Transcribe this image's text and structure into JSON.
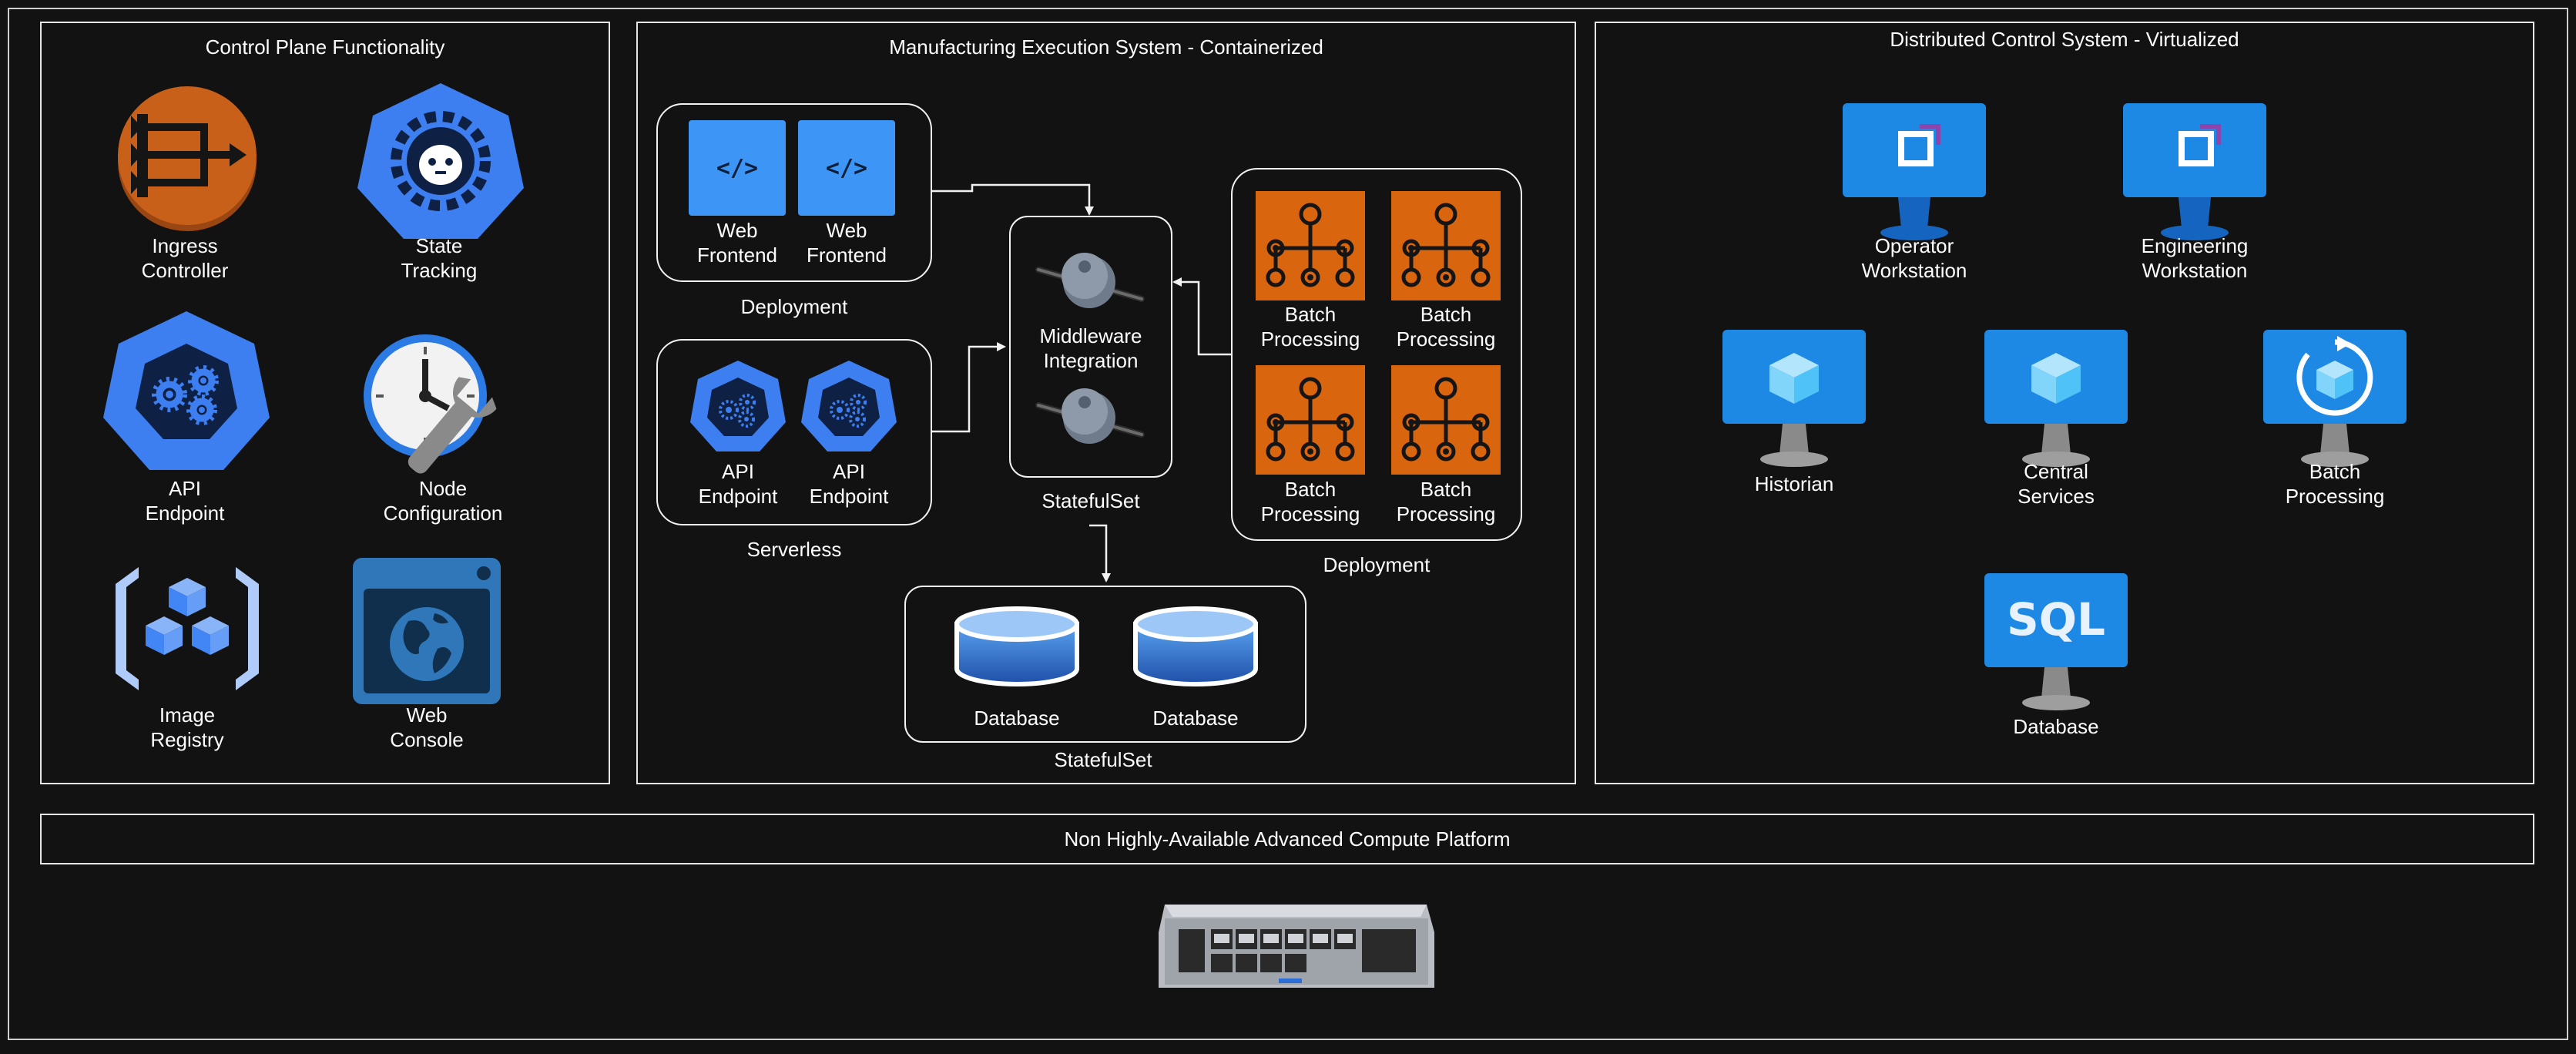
{
  "control_plane": {
    "title": "Control Plane Functionality",
    "items": [
      {
        "line1": "Ingress",
        "line2": "Controller",
        "icon": "ingress-controller-icon"
      },
      {
        "line1": "State",
        "line2": "Tracking",
        "icon": "state-tracking-icon"
      },
      {
        "line1": "API",
        "line2": "Endpoint",
        "icon": "api-endpoint-icon"
      },
      {
        "line1": "Node",
        "line2": "Configuration",
        "icon": "node-configuration-icon"
      },
      {
        "line1": "Image",
        "line2": "Registry",
        "icon": "image-registry-icon"
      },
      {
        "line1": "Web",
        "line2": "Console",
        "icon": "web-console-icon"
      }
    ]
  },
  "mes": {
    "title": "Manufacturing Execution System - Containerized",
    "web_deployment": {
      "label": "Deployment",
      "items": [
        {
          "code": "</>",
          "line1": "Web",
          "line2": "Frontend"
        },
        {
          "code": "</>",
          "line1": "Web",
          "line2": "Frontend"
        }
      ]
    },
    "serverless": {
      "label": "Serverless",
      "items": [
        {
          "line1": "API",
          "line2": "Endpoint"
        },
        {
          "line1": "API",
          "line2": "Endpoint"
        }
      ]
    },
    "middleware": {
      "line1": "Middleware",
      "line2": "Integration",
      "label": "StatefulSet"
    },
    "batch_deployment": {
      "label": "Deployment",
      "items": [
        {
          "line1": "Batch",
          "line2": "Processing"
        },
        {
          "line1": "Batch",
          "line2": "Processing"
        },
        {
          "line1": "Batch",
          "line2": "Processing"
        },
        {
          "line1": "Batch",
          "line2": "Processing"
        }
      ]
    },
    "database_statefulset": {
      "label": "StatefulSet",
      "items": [
        {
          "label": "Database"
        },
        {
          "label": "Database"
        }
      ]
    }
  },
  "dcs": {
    "title": "Distributed Control System - Virtualized",
    "operator": {
      "line1": "Operator",
      "line2": "Workstation"
    },
    "engineering": {
      "line1": "Engineering",
      "line2": "Workstation"
    },
    "historian": {
      "label": "Historian"
    },
    "central": {
      "line1": "Central",
      "line2": "Services"
    },
    "batch": {
      "line1": "Batch",
      "line2": "Processing"
    },
    "database": {
      "label": "Database",
      "screen_text": "SQL"
    }
  },
  "platform": {
    "label": "Non Highly-Available Advanced Compute Platform"
  },
  "colors": {
    "background": "#121212",
    "line": "#f2f2f2",
    "k8s_blue": "#3d7ff0",
    "azure_blue": "#1e88e5",
    "orange": "#d9650f",
    "ingress_orange": "#c8601a"
  }
}
